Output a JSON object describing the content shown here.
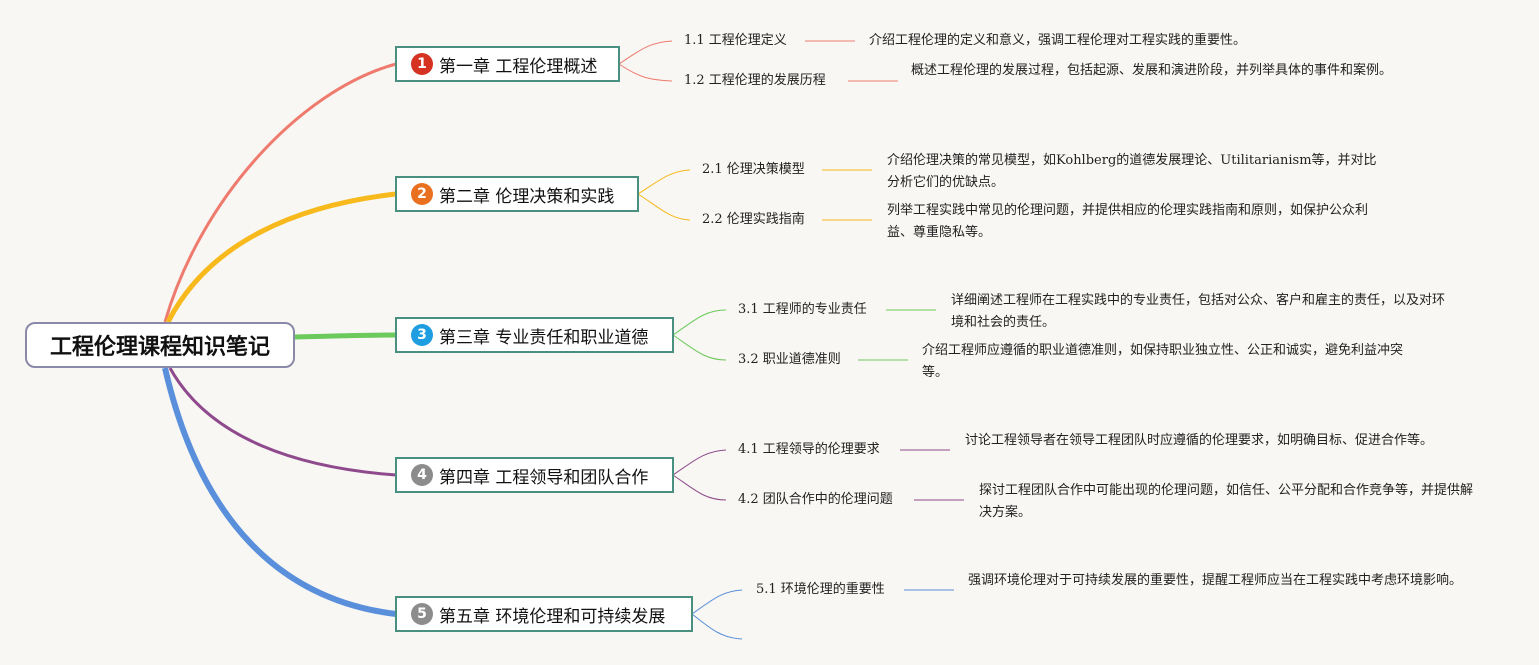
{
  "root": {
    "title": "工程伦理课程知识笔记"
  },
  "colors": {
    "red": "#ef7b6e",
    "yellow": "#f7b91c",
    "green": "#6cc95b",
    "purple": "#8e4a8c",
    "blue": "#5a8fdb",
    "node_border": "#4a9080"
  },
  "chapters": [
    {
      "badge": "1",
      "badge_color": "#d63222",
      "title": "第一章 工程伦理概述",
      "subs": [
        {
          "label": "1.1 工程伦理定义",
          "desc": "介绍工程伦理的定义和意义，强调工程伦理对工程实践的重要性。"
        },
        {
          "label": "1.2 工程伦理的发展历程",
          "desc": "概述工程伦理的发展过程，包括起源、发展和演进阶段，并列举具体的事件和案例。"
        }
      ]
    },
    {
      "badge": "2",
      "badge_color": "#e8701e",
      "title": "第二章 伦理决策和实践",
      "subs": [
        {
          "label": "2.1 伦理决策模型",
          "desc": "介绍伦理决策的常见模型，如Kohlberg的道德发展理论、Utilitarianism等，并对比分析它们的优缺点。"
        },
        {
          "label": "2.2 伦理实践指南",
          "desc": "列举工程实践中常见的伦理问题，并提供相应的伦理实践指南和原则，如保护公众利益、尊重隐私等。"
        }
      ]
    },
    {
      "badge": "3",
      "badge_color": "#1e9de0",
      "title": "第三章 专业责任和职业道德",
      "subs": [
        {
          "label": "3.1 工程师的专业责任",
          "desc": "详细阐述工程师在工程实践中的专业责任，包括对公众、客户和雇主的责任，以及对环境和社会的责任。"
        },
        {
          "label": "3.2 职业道德准则",
          "desc": "介绍工程师应遵循的职业道德准则，如保持职业独立性、公正和诚实，避免利益冲突等。"
        }
      ]
    },
    {
      "badge": "4",
      "badge_color": "#8c8c8c",
      "title": "第四章 工程领导和团队合作",
      "subs": [
        {
          "label": "4.1 工程领导的伦理要求",
          "desc": "讨论工程领导者在领导工程团队时应遵循的伦理要求，如明确目标、促进合作等。"
        },
        {
          "label": "4.2 团队合作中的伦理问题",
          "desc": "探讨工程团队合作中可能出现的伦理问题，如信任、公平分配和合作竞争等，并提供解决方案。"
        }
      ]
    },
    {
      "badge": "5",
      "badge_color": "#8c8c8c",
      "title": "第五章 环境伦理和可持续发展",
      "subs": [
        {
          "label": "5.1 环境伦理的重要性",
          "desc": "强调环境伦理对于可持续发展的重要性，提醒工程师应当在工程实践中考虑环境影响。"
        }
      ]
    }
  ]
}
